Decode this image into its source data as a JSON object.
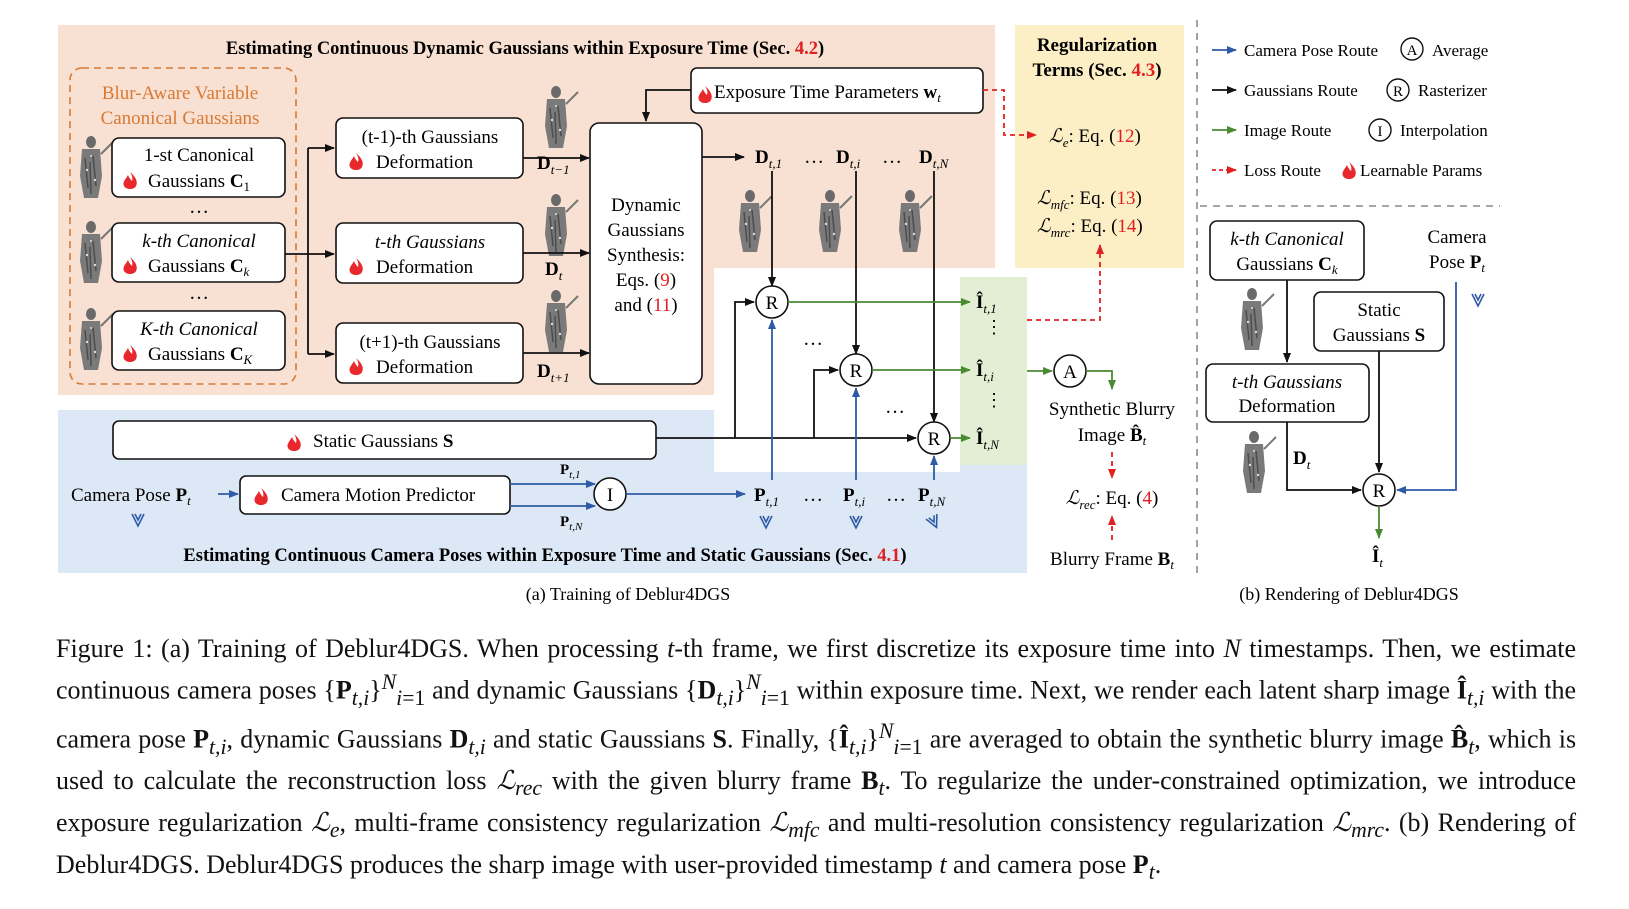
{
  "training": {
    "dyn_title": "Estimating Continuous Dynamic Gaussians within Exposure Time (Sec.",
    "dyn_title_ref": "4.2",
    "canon_title_1": "Blur-Aware Variable",
    "canon_title_2": "Canonical Gaussians",
    "canon": [
      {
        "line1": "1-st Canonical",
        "line2": "Gaussians",
        "sym": "C",
        "sub": "1"
      },
      {
        "line1": "k-th Canonical",
        "line2": "Gaussians",
        "sym": "C",
        "sub": "k"
      },
      {
        "line1": "K-th Canonical",
        "line2": "Gaussians",
        "sym": "C",
        "sub": "K"
      }
    ],
    "deform": [
      {
        "line1": "(t-1)-th Gaussians",
        "line2": "Deformation",
        "out": "D",
        "out_sub": "t−1"
      },
      {
        "line1": "t-th Gaussians",
        "line2": "Deformation",
        "out": "D",
        "out_sub": "t"
      },
      {
        "line1": "(t+1)-th Gaussians",
        "line2": "Deformation",
        "out": "D",
        "out_sub": "t+1"
      }
    ],
    "ellipsis": "…",
    "synthesis": [
      "Dynamic",
      "Gaussians",
      "Synthesis:",
      "Eqs. (",
      "9",
      ")",
      "and (",
      "11",
      ")"
    ],
    "exposure_label": "Exposure Time Parameters",
    "exposure_sym": "w",
    "exposure_sub": "t",
    "dyn_outputs": [
      {
        "sym": "D",
        "sub": "t,1"
      },
      {
        "sym": "D",
        "sub": "t,i"
      },
      {
        "sym": "D",
        "sub": "t,N"
      }
    ],
    "rasterizer": "R",
    "interp": "I",
    "average": "A",
    "images": [
      {
        "sym": "Î",
        "sub": "t,1"
      },
      {
        "sym": "Î",
        "sub": "t,i"
      },
      {
        "sym": "Î",
        "sub": "t,N"
      }
    ],
    "static_label": "Static Gaussians",
    "static_sym": "S",
    "camera_pose": "Camera Pose",
    "camera_sym": "P",
    "camera_sub": "t",
    "motion_predictor": "Camera Motion Predictor",
    "pose_small": [
      {
        "sym": "P",
        "sub": "t,1"
      },
      {
        "sym": "P",
        "sub": "t,N"
      }
    ],
    "pose_outputs": [
      {
        "sym": "P",
        "sub": "t,1"
      },
      {
        "sym": "P",
        "sub": "t,i"
      },
      {
        "sym": "P",
        "sub": "t,N"
      }
    ],
    "cam_title": "Estimating Continuous Camera Poses within Exposure Time and Static Gaussians (Sec.",
    "cam_title_ref": "4.1",
    "reg_title_1": "Regularization",
    "reg_title_2": "Terms (Sec.",
    "reg_title_ref": "4.3",
    "losses": [
      {
        "sym": "ℒ",
        "sub": "e",
        "text": ": Eq. (",
        "ref": "12"
      },
      {
        "sym": "ℒ",
        "sub": "mfc",
        "text": ": Eq. (",
        "ref": "13"
      },
      {
        "sym": "ℒ",
        "sub": "mrc",
        "text": ": Eq. (",
        "ref": "14"
      }
    ],
    "synthetic_1": "Synthetic Blurry",
    "synthetic_2": "Image",
    "synthetic_sym": "B̂",
    "synthetic_sub": "t",
    "rec_loss": {
      "sym": "ℒ",
      "sub": "rec",
      "text": ":  Eq. (",
      "ref": "4"
    },
    "blurry_frame": "Blurry Frame",
    "blurry_sym": "B",
    "blurry_sub": "t",
    "subcaption": "(a) Training of Deblur4DGS"
  },
  "legend": {
    "camera_route": "Camera Pose Route",
    "gauss_route": "Gaussians Route",
    "image_route": "Image Route",
    "loss_route": "Loss Route",
    "average": "Average",
    "rasterizer": "Rasterizer",
    "interpolation": "Interpolation",
    "learnable": "Learnable Params"
  },
  "rendering": {
    "canon_1": "k-th Canonical",
    "canon_2": "Gaussians",
    "canon_sym": "C",
    "canon_sub": "k",
    "static_1": "Static",
    "static_2": "Gaussians",
    "static_sym": "S",
    "cam_1": "Camera",
    "cam_2": "Pose",
    "cam_sym": "P",
    "cam_sub": "t",
    "deform_1": "t-th Gaussians",
    "deform_2": "Deformation",
    "d_sym": "D",
    "d_sub": "t",
    "out_sym": "Î",
    "out_sub": "t",
    "subcaption": "(b) Rendering of Deblur4DGS"
  },
  "caption": {
    "s1": "Figure 1: (a) Training of Deblur4DGS. When processing",
    "s2": "-th frame, we first discretize its exposure time into",
    "s3": "timestamps. Then, we estimate continuous camera poses",
    "s4": "and dynamic Gaussians",
    "s5": "within exposure time. Next, we render each latent sharp image",
    "s6": "with the camera pose",
    "s7": ", dynamic Gaussians",
    "s8": "and static Gaussians",
    "s9": ". Finally,",
    "s10": "are averaged to obtain the synthetic blurry image",
    "s11": ", which is used to calculate the reconstruction loss",
    "s12": "with the given blurry frame",
    "s13": ". To regularize the under-constrained optimization, we introduce exposure regularization",
    "s14": ", multi-frame consistency regularization",
    "s15": "and multi-resolution consistency regularization",
    "s16": ". (b) Rendering of Deblur4DGS. Deblur4DGS produces the sharp image with user-provided timestamp",
    "s17": "and camera pose",
    "s18": "."
  },
  "colors": {
    "dyn_bg": "#f8e0d2",
    "cam_bg": "#dce8f5",
    "reg_bg": "#fcefc5",
    "img_bg": "#e2efd4",
    "blue": "#2f5aa6",
    "green": "#4a8a32",
    "red": "#e02020",
    "orange": "#d87a34",
    "flame": "#e8282c"
  }
}
